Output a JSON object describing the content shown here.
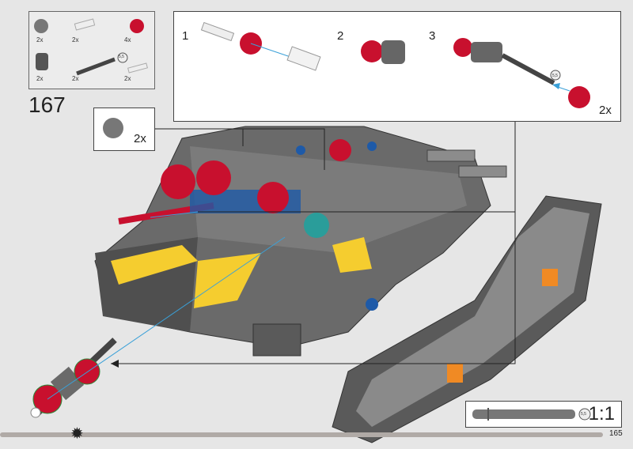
{
  "step_number": "167",
  "page_number": "165",
  "progress_fraction": 0.13,
  "parts_list": [
    {
      "part": "gear-double",
      "qty": "2x"
    },
    {
      "part": "connector-white",
      "qty": "2x"
    },
    {
      "part": "gear-red",
      "qty": "4x"
    },
    {
      "part": "bush-dark",
      "qty": "2x"
    },
    {
      "part": "axle-5-5",
      "qty": "2x",
      "badge": "5,5"
    },
    {
      "part": "pin-white",
      "qty": "2x"
    }
  ],
  "callout": {
    "substeps": [
      "1",
      "2",
      "3"
    ],
    "axle_badge": "5,5",
    "qty": "2x"
  },
  "small_callout": {
    "qty": "2x"
  },
  "scale": {
    "badge": "5,5",
    "label": "1:1"
  },
  "colors": {
    "red": "#c8102e",
    "yellow": "#f5cd2f",
    "blue": "#1e5aa8",
    "dark": "#4a4a4a",
    "orange": "#f08a24"
  }
}
